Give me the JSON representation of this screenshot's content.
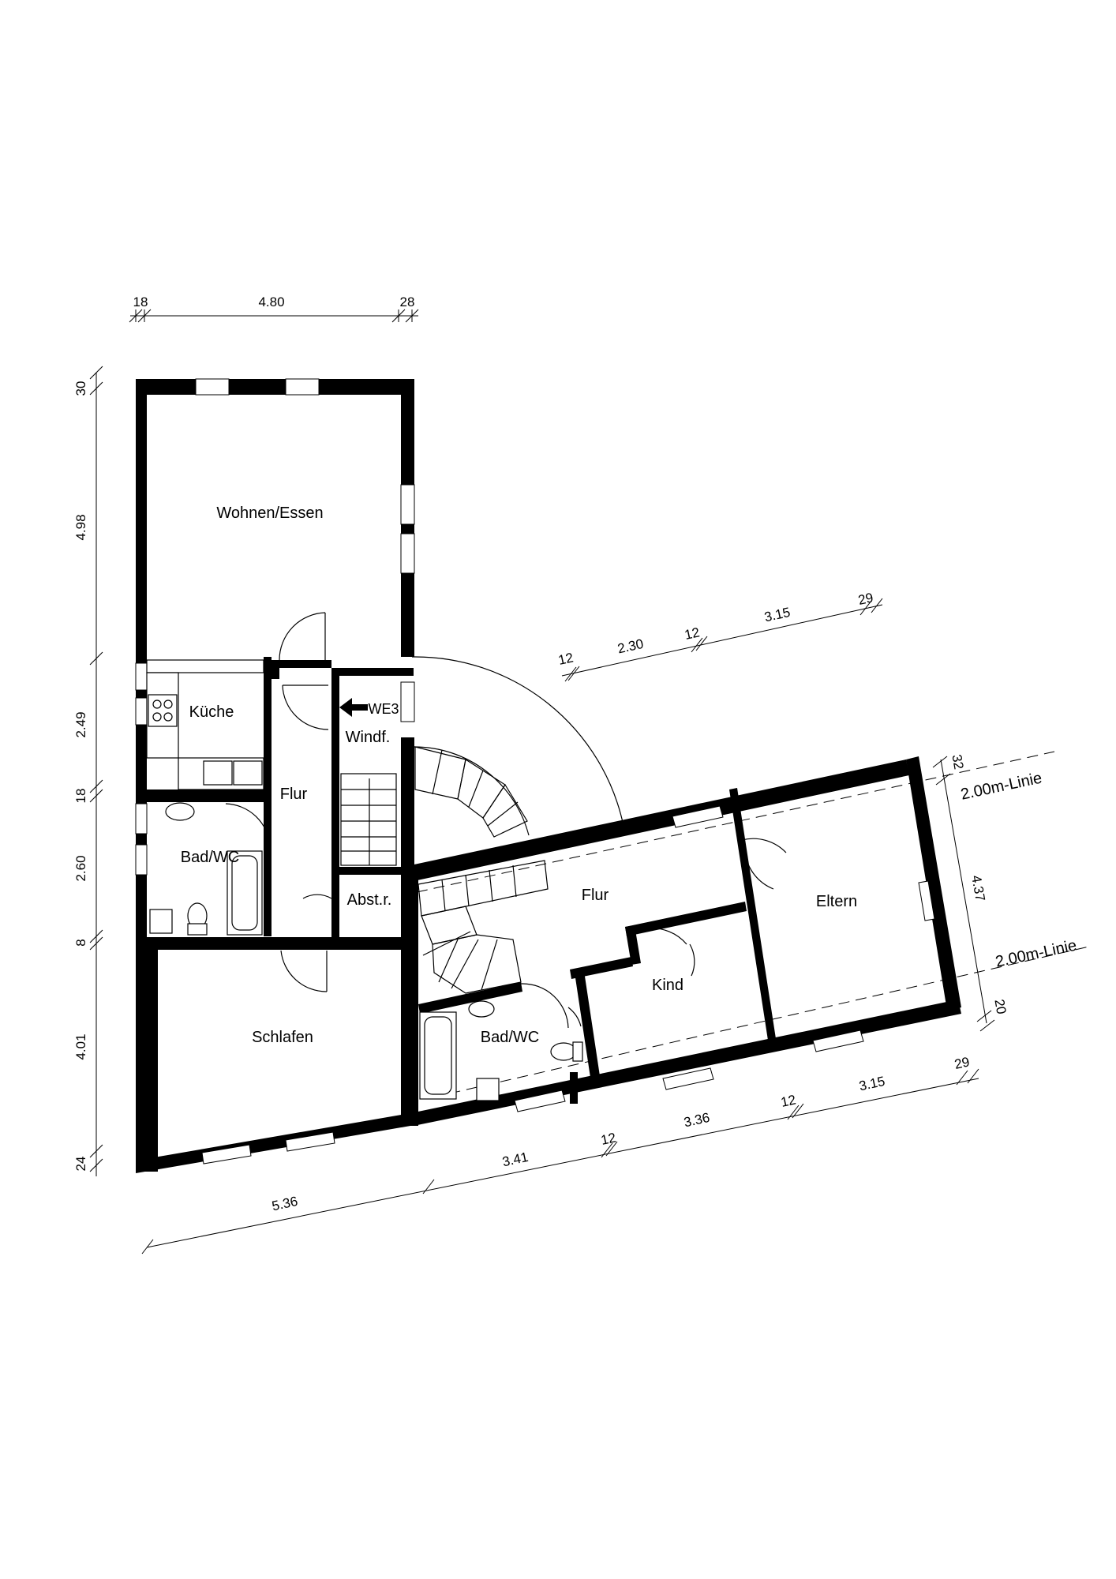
{
  "rooms": {
    "wohnen": "Wohnen/Essen",
    "kueche": "Küche",
    "flur_left": "Flur",
    "windf": "Windf.",
    "we3": "WE3",
    "bad_left": "Bad/WC",
    "abstr": "Abst.r.",
    "schlafen": "Schlafen",
    "flur_right": "Flur",
    "eltern": "Eltern",
    "kind": "Kind",
    "bad_right": "Bad/WC"
  },
  "linien": {
    "upper": "2.00m-Linie",
    "lower": "2.00m-Linie"
  },
  "dimensions": {
    "top": {
      "a": "18",
      "b": "4.80",
      "c": "28"
    },
    "left": {
      "a": "30",
      "b": "4.98",
      "c": "2.49",
      "d": "18",
      "e": "2.60",
      "f": "8",
      "g": "4.01",
      "h": "24"
    },
    "diag_upper": {
      "a": "12",
      "b": "2.30",
      "c": "12",
      "d": "3.15",
      "e": "29"
    },
    "right_side": {
      "a": "32",
      "b": "4.37",
      "c": "20"
    },
    "diag_lower": {
      "a": "3.41",
      "b": "12",
      "c": "3.36",
      "d": "12",
      "e": "3.15",
      "f": "29"
    },
    "bottom": {
      "a": "5.36"
    }
  }
}
